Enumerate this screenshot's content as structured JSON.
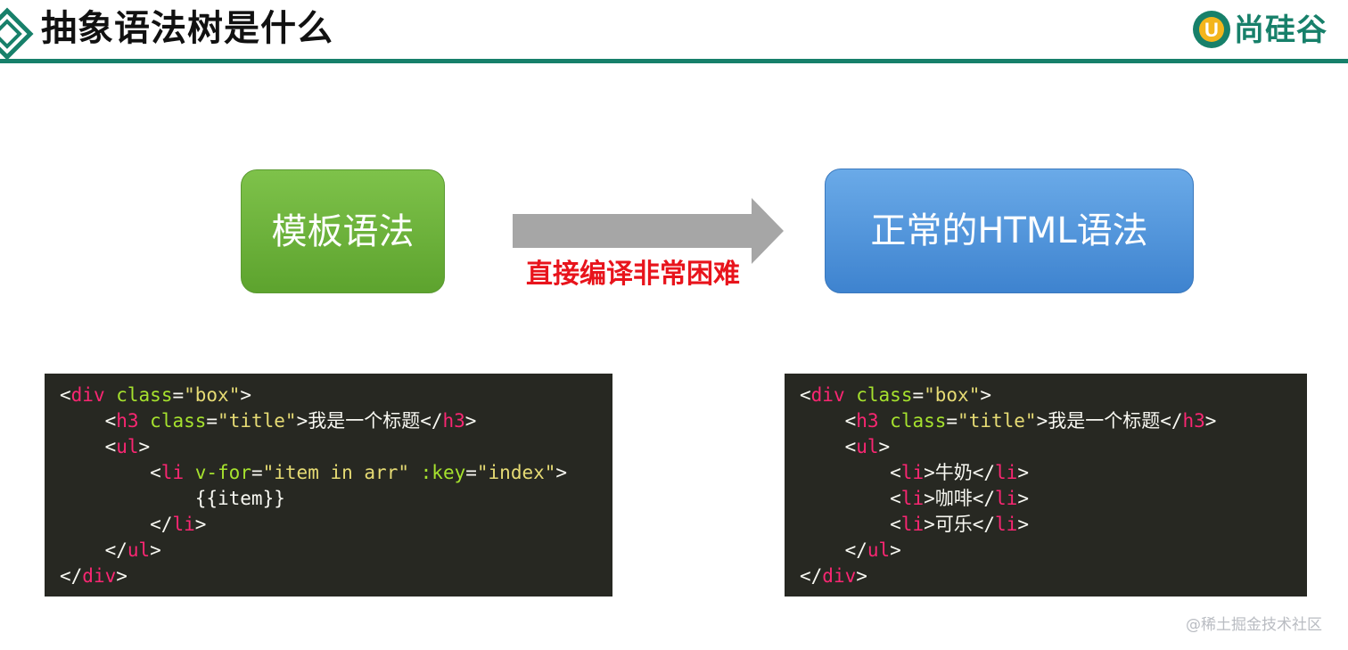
{
  "header": {
    "title": "抽象语法树是什么",
    "brand_name": "尚硅谷",
    "brand_mark_letter": "U",
    "accent_color": "#17806a"
  },
  "diagram": {
    "left_box": {
      "label": "模板语法",
      "color": "#6bb33c"
    },
    "right_box": {
      "label": "正常的HTML语法",
      "color": "#4f93da"
    },
    "arrow_label": "直接编译非常困难",
    "arrow_label_color": "#e8141c"
  },
  "code_left": {
    "lines": [
      [
        {
          "t": "<",
          "c": "punct"
        },
        {
          "t": "div",
          "c": "tag"
        },
        {
          "t": " ",
          "c": "punct"
        },
        {
          "t": "class",
          "c": "attr"
        },
        {
          "t": "=",
          "c": "punct"
        },
        {
          "t": "\"box\"",
          "c": "str"
        },
        {
          "t": ">",
          "c": "punct"
        }
      ],
      [
        {
          "t": "    <",
          "c": "punct"
        },
        {
          "t": "h3",
          "c": "tag"
        },
        {
          "t": " ",
          "c": "punct"
        },
        {
          "t": "class",
          "c": "attr"
        },
        {
          "t": "=",
          "c": "punct"
        },
        {
          "t": "\"title\"",
          "c": "str"
        },
        {
          "t": ">我是一个标题</",
          "c": "punct"
        },
        {
          "t": "h3",
          "c": "tag"
        },
        {
          "t": ">",
          "c": "punct"
        }
      ],
      [
        {
          "t": "    <",
          "c": "punct"
        },
        {
          "t": "ul",
          "c": "tag"
        },
        {
          "t": ">",
          "c": "punct"
        }
      ],
      [
        {
          "t": "        <",
          "c": "punct"
        },
        {
          "t": "li",
          "c": "tag"
        },
        {
          "t": " ",
          "c": "punct"
        },
        {
          "t": "v-for",
          "c": "attr"
        },
        {
          "t": "=",
          "c": "punct"
        },
        {
          "t": "\"item in arr\"",
          "c": "str"
        },
        {
          "t": " ",
          "c": "punct"
        },
        {
          "t": ":key",
          "c": "attr"
        },
        {
          "t": "=",
          "c": "punct"
        },
        {
          "t": "\"index\"",
          "c": "str"
        },
        {
          "t": ">",
          "c": "punct"
        }
      ],
      [
        {
          "t": "            {{item}}",
          "c": "punct"
        }
      ],
      [
        {
          "t": "        </",
          "c": "punct"
        },
        {
          "t": "li",
          "c": "tag"
        },
        {
          "t": ">",
          "c": "punct"
        }
      ],
      [
        {
          "t": "    </",
          "c": "punct"
        },
        {
          "t": "ul",
          "c": "tag"
        },
        {
          "t": ">",
          "c": "punct"
        }
      ],
      [
        {
          "t": "</",
          "c": "punct"
        },
        {
          "t": "div",
          "c": "tag"
        },
        {
          "t": ">",
          "c": "punct"
        }
      ]
    ]
  },
  "code_right": {
    "lines": [
      [
        {
          "t": "<",
          "c": "punct"
        },
        {
          "t": "div",
          "c": "tag"
        },
        {
          "t": " ",
          "c": "punct"
        },
        {
          "t": "class",
          "c": "attr"
        },
        {
          "t": "=",
          "c": "punct"
        },
        {
          "t": "\"box\"",
          "c": "str"
        },
        {
          "t": ">",
          "c": "punct"
        }
      ],
      [
        {
          "t": "    <",
          "c": "punct"
        },
        {
          "t": "h3",
          "c": "tag"
        },
        {
          "t": " ",
          "c": "punct"
        },
        {
          "t": "class",
          "c": "attr"
        },
        {
          "t": "=",
          "c": "punct"
        },
        {
          "t": "\"title\"",
          "c": "str"
        },
        {
          "t": ">我是一个标题</",
          "c": "punct"
        },
        {
          "t": "h3",
          "c": "tag"
        },
        {
          "t": ">",
          "c": "punct"
        }
      ],
      [
        {
          "t": "    <",
          "c": "punct"
        },
        {
          "t": "ul",
          "c": "tag"
        },
        {
          "t": ">",
          "c": "punct"
        }
      ],
      [
        {
          "t": "        <",
          "c": "punct"
        },
        {
          "t": "li",
          "c": "tag"
        },
        {
          "t": ">牛奶</",
          "c": "punct"
        },
        {
          "t": "li",
          "c": "tag"
        },
        {
          "t": ">",
          "c": "punct"
        }
      ],
      [
        {
          "t": "        <",
          "c": "punct"
        },
        {
          "t": "li",
          "c": "tag"
        },
        {
          "t": ">咖啡</",
          "c": "punct"
        },
        {
          "t": "li",
          "c": "tag"
        },
        {
          "t": ">",
          "c": "punct"
        }
      ],
      [
        {
          "t": "        <",
          "c": "punct"
        },
        {
          "t": "li",
          "c": "tag"
        },
        {
          "t": ">可乐</",
          "c": "punct"
        },
        {
          "t": "li",
          "c": "tag"
        },
        {
          "t": ">",
          "c": "punct"
        }
      ],
      [
        {
          "t": "    </",
          "c": "punct"
        },
        {
          "t": "ul",
          "c": "tag"
        },
        {
          "t": ">",
          "c": "punct"
        }
      ],
      [
        {
          "t": "</",
          "c": "punct"
        },
        {
          "t": "div",
          "c": "tag"
        },
        {
          "t": ">",
          "c": "punct"
        }
      ]
    ]
  },
  "watermark": "@稀土掘金技术社区"
}
